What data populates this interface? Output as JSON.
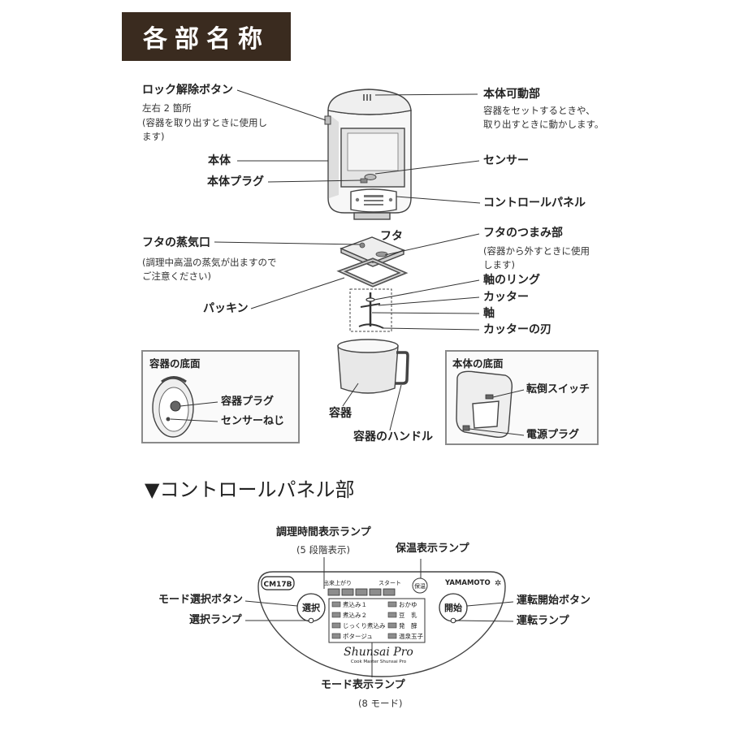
{
  "title": "各部名称",
  "main": {
    "lock_release": "ロック解除ボタン",
    "lock_release_note": [
      "左右 2 箇所",
      "(容器を取り出すときに使用し",
      "ます)"
    ],
    "movable_part": "本体可動部",
    "movable_part_note": [
      "容器をセットするときや、",
      "取り出すときに動かします。"
    ],
    "body": "本体",
    "sensor": "センサー",
    "body_plug": "本体プラグ",
    "control_panel": "コントロールパネル",
    "lid_vent": "フタの蒸気口",
    "lid_vent_note": [
      "(調理中高温の蒸気が出ますので",
      "ご注意ください)"
    ],
    "lid": "フタ",
    "lid_knob": "フタのつまみ部",
    "lid_knob_note": [
      "(容器から外すときに使用",
      "します)"
    ],
    "shaft_ring": "軸のリング",
    "packing": "パッキン",
    "cutter": "カッター",
    "shaft": "軸",
    "cutter_blade": "カッターの刃",
    "container": "容器",
    "container_handle": "容器のハンドル"
  },
  "container_bottom": {
    "title": "容器の底面",
    "plug": "容器プラグ",
    "sensor_screw": "センサーねじ"
  },
  "body_bottom": {
    "title": "本体の底面",
    "tip_switch": "転倒スイッチ",
    "power_plug": "電源プラグ"
  },
  "panel_heading": "▼コントロールパネル部",
  "panel_labels": {
    "time_lamp": "調理時間表示ランプ",
    "time_lamp_note": "(5 段階表示)",
    "keep_warm_lamp": "保温表示ランプ",
    "mode_select_button": "モード選択ボタン",
    "select_lamp": "選択ランプ",
    "start_button": "運転開始ボタン",
    "run_lamp": "運転ランプ",
    "mode_lamp": "モード表示ランプ",
    "mode_lamp_note": "(8 モード)"
  },
  "panel": {
    "model_badge": "CM17B",
    "done_label": "出来上がり",
    "start_label": "スタート",
    "keep_warm_button": "保温",
    "brand": "YAMAMOTO",
    "brand_mark": "✲",
    "select_button": "選択",
    "start_button": "開始",
    "modes_left": [
      "煮込み１",
      "煮込み２",
      "じっくり煮込み",
      "ポタージュ"
    ],
    "modes_right": [
      "おかゆ",
      "豆　乳",
      "発　酵",
      "温泉玉子"
    ],
    "logo_script": "Shunsai Pro",
    "logo_sub": "Cook Master Shunsai Pro"
  },
  "colors": {
    "banner": "#3a2b1f",
    "banner_text": "#ffffff",
    "ink": "#222222",
    "box_border": "#8a8a8a"
  }
}
